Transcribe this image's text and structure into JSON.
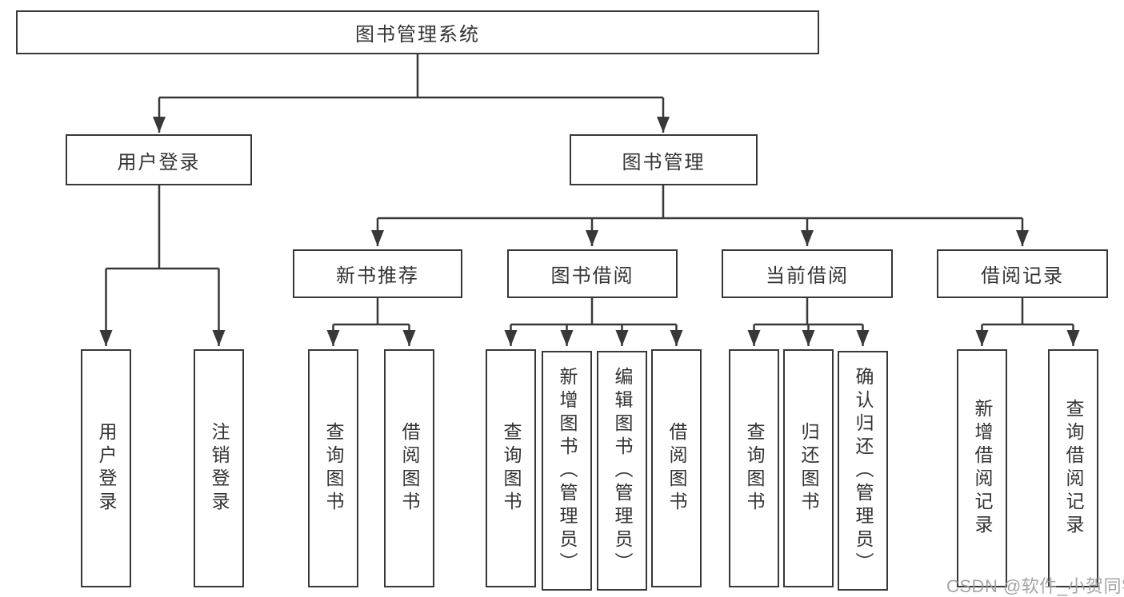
{
  "nodes": {
    "root": {
      "label": "图书管理系统"
    },
    "user_login": {
      "label": "用户登录"
    },
    "book_management": {
      "label": "图书管理"
    },
    "new_book_recommend": {
      "label": "新书推荐"
    },
    "book_borrowing": {
      "label": "图书借阅"
    },
    "current_borrowing": {
      "label": "当前借阅"
    },
    "borrowing_records": {
      "label": "借阅记录"
    },
    "leaf_user_login": {
      "label": "用户登录"
    },
    "leaf_logout": {
      "label": "注销登录"
    },
    "leaf_query_books_recommend": {
      "label": "查询图书"
    },
    "leaf_borrow_books_recommend": {
      "label": "借阅图书"
    },
    "leaf_query_books_borrowing": {
      "label": "查询图书"
    },
    "leaf_add_books_admin": {
      "label": "新增图书（管理员）"
    },
    "leaf_edit_books_admin": {
      "label": "编辑图书（管理员）"
    },
    "leaf_borrow_books_borrowing": {
      "label": "借阅图书"
    },
    "leaf_query_books_current": {
      "label": "查询图书"
    },
    "leaf_return_books": {
      "label": "归还图书"
    },
    "leaf_confirm_return_admin": {
      "label": "确认归还（管理员）"
    },
    "leaf_add_borrow_record": {
      "label": "新增借阅记录"
    },
    "leaf_query_borrow_record": {
      "label": "查询借阅记录"
    }
  },
  "hierarchy": {
    "图书管理系统": [
      "用户登录",
      "图书管理"
    ],
    "用户登录": [
      "用户登录",
      "注销登录"
    ],
    "图书管理": [
      "新书推荐",
      "图书借阅",
      "当前借阅",
      "借阅记录"
    ],
    "新书推荐": [
      "查询图书",
      "借阅图书"
    ],
    "图书借阅": [
      "查询图书",
      "新增图书（管理员）",
      "编辑图书（管理员）",
      "借阅图书"
    ],
    "当前借阅": [
      "查询图书",
      "归还图书",
      "确认归还（管理员）"
    ],
    "借阅记录": [
      "新增借阅记录",
      "查询借阅记录"
    ]
  },
  "watermark": {
    "text": "CSDN @软件_小贺同学"
  },
  "colors": {
    "line": "#383838",
    "box_border": "#383838",
    "box_fill": "#ffffff",
    "text": "#333333",
    "watermark": "#9b9b9b"
  }
}
